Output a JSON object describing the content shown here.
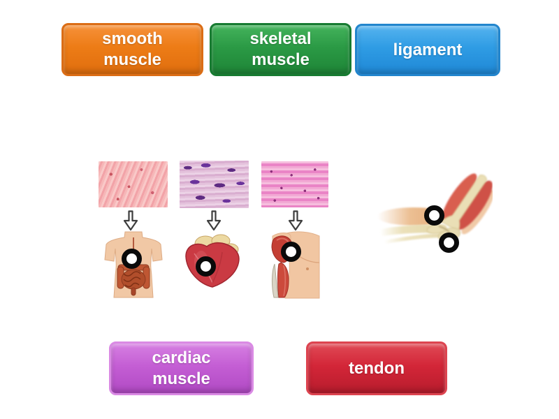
{
  "page": {
    "background": "#ffffff"
  },
  "labels": {
    "smooth": {
      "text": "smooth\nmuscle",
      "fill": "#ed7c16",
      "fill_top": "#f6913a",
      "fill_bottom": "#e06e0e",
      "border": "#db6d15"
    },
    "skeletal": {
      "text": "skeletal\nmuscle",
      "fill": "#2b9a45",
      "fill_top": "#44b35c",
      "fill_bottom": "#1e8537",
      "border": "#177b31"
    },
    "ligament": {
      "text": "ligament",
      "fill": "#2f9ce4",
      "fill_top": "#55b3ef",
      "fill_bottom": "#1f88d6",
      "border": "#2285cd"
    },
    "cardiac": {
      "text": "cardiac\nmuscle",
      "fill": "#c45ed4",
      "fill_top": "#d67fe2",
      "fill_bottom": "#b14ac4",
      "border": "#da8ae4"
    },
    "tendon": {
      "text": "tendon",
      "fill": "#d32638",
      "fill_top": "#e04a56",
      "fill_bottom": "#b81c2d",
      "border": "#dd4450"
    }
  },
  "target_pins": {
    "ring_color": "#0a0a0a",
    "center_color": "#ffffff",
    "targets": [
      "torso-abdomen",
      "heart",
      "upper-arm-deltoid",
      "elbow-joint-upper",
      "elbow-joint-lower"
    ]
  },
  "images": {
    "micrograph_smooth": "smooth-muscle-tissue-micrograph",
    "micrograph_cardiac": "cardiac-muscle-tissue-micrograph",
    "micrograph_skeletal": "skeletal-muscle-tissue-micrograph",
    "organ_torso": "torso-with-intestines-illustration",
    "organ_heart": "heart-illustration",
    "organ_arm": "shoulder-upper-arm-muscle-illustration",
    "organ_elbow": "elbow-joint-bones-muscles-illustration",
    "arrow": "down-arrow-icon"
  }
}
